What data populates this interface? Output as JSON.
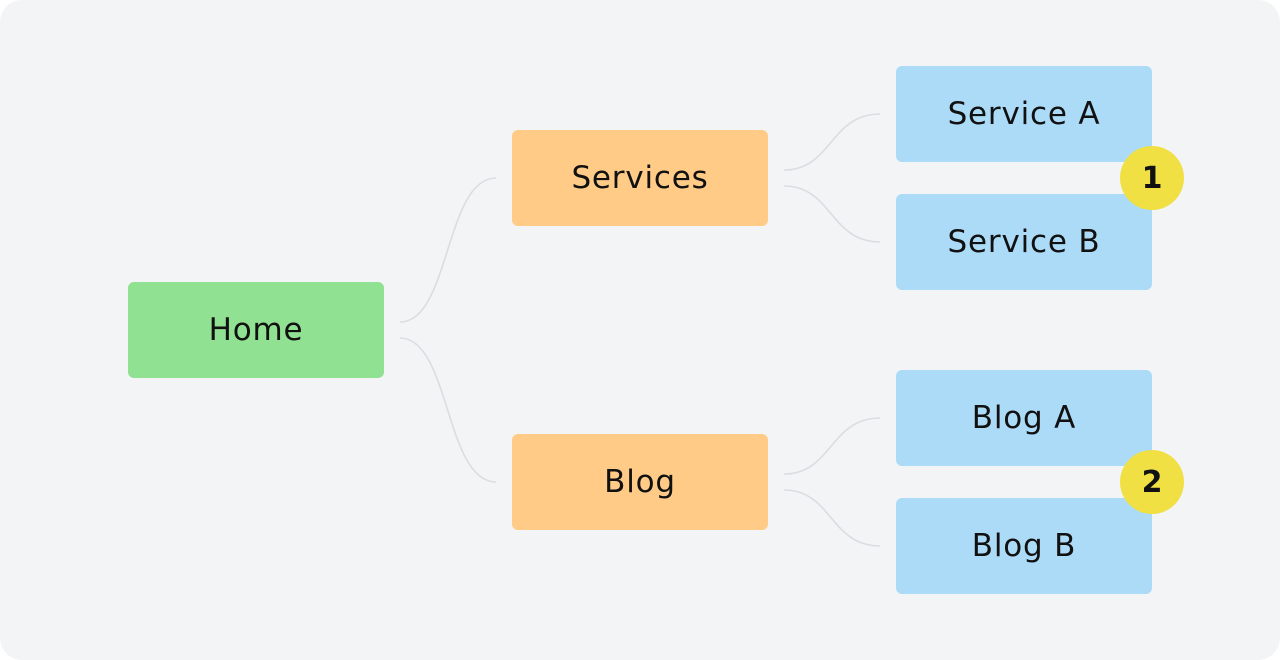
{
  "colors": {
    "background": "#f3f4f6",
    "connector": "#dcdde0",
    "level_root": "#90e191",
    "level_section": "#ffcb87",
    "level_page": "#acdbf8",
    "badge": "#f0e043"
  },
  "nodes": {
    "home": "Home",
    "services": "Services",
    "blog": "Blog",
    "service_a": "Service A",
    "service_b": "Service B",
    "blog_a": "Blog A",
    "blog_b": "Blog B"
  },
  "badges": {
    "services_group": "1",
    "blog_group": "2"
  }
}
